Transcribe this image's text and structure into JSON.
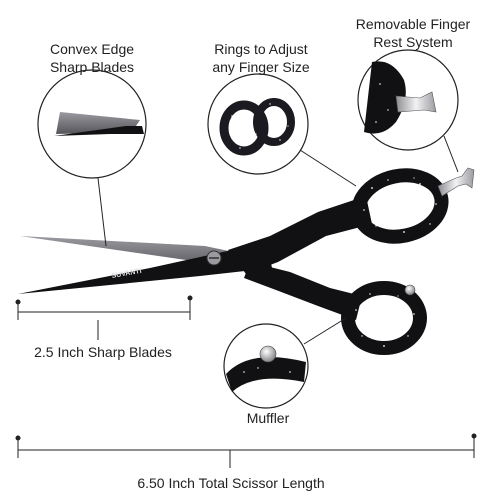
{
  "brand_text": "SUVANTI",
  "labels": {
    "convex_edge": [
      "Convex Edge",
      "Sharp Blades"
    ],
    "rings": [
      "Rings to Adjust",
      "any Finger Size"
    ],
    "finger_rest": [
      "Removable Finger",
      "Rest System"
    ],
    "blade_length": "2.5 Inch Sharp Blades",
    "muffler": "Muffler",
    "total_length": "6.50 Inch Total Scissor Length"
  },
  "colors": {
    "scissor_black": "#111114",
    "blade_grey": "#7a7a80",
    "line": "#222222",
    "sparkle": "#ffffff",
    "chrome": "#c8c8cc"
  },
  "icons": [
    "scissors-illustration",
    "convex-blade-callout",
    "rings-callout",
    "finger-rest-callout",
    "muffler-callout"
  ]
}
